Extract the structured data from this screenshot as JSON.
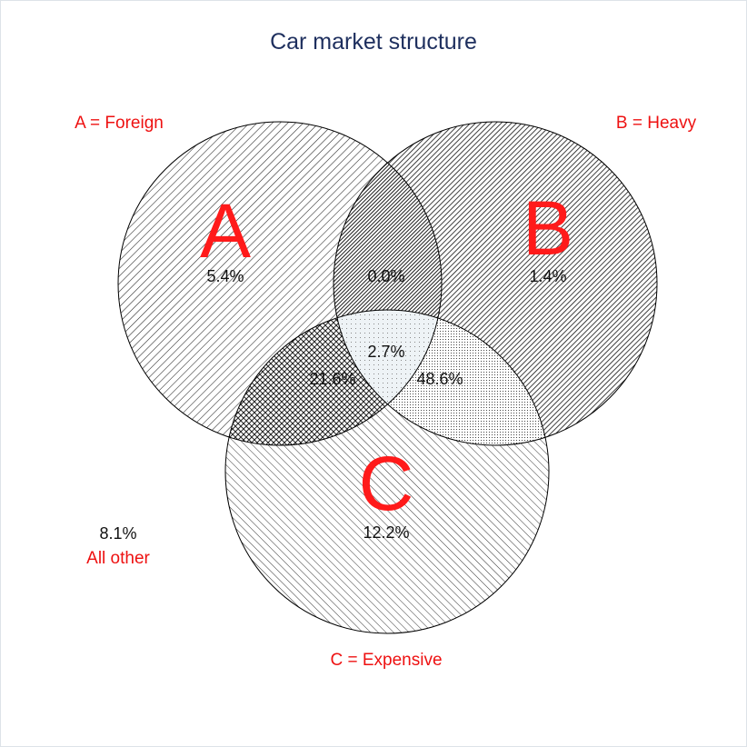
{
  "chart_data": {
    "type": "venn",
    "title": "Car market structure",
    "sets": [
      {
        "id": "A",
        "letter": "A",
        "label": "A = Foreign"
      },
      {
        "id": "B",
        "letter": "B",
        "label": "B = Heavy"
      },
      {
        "id": "C",
        "letter": "C",
        "label": "C = Expensive"
      }
    ],
    "regions": [
      {
        "sets": [
          "A"
        ],
        "value": 5.4,
        "label": "5.4%"
      },
      {
        "sets": [
          "B"
        ],
        "value": 1.4,
        "label": "1.4%"
      },
      {
        "sets": [
          "C"
        ],
        "value": 12.2,
        "label": "12.2%"
      },
      {
        "sets": [
          "A",
          "B"
        ],
        "value": 0.0,
        "label": "0.0%"
      },
      {
        "sets": [
          "A",
          "C"
        ],
        "value": 21.6,
        "label": "21.6%"
      },
      {
        "sets": [
          "B",
          "C"
        ],
        "value": 48.6,
        "label": "48.6%"
      },
      {
        "sets": [
          "A",
          "B",
          "C"
        ],
        "value": 2.7,
        "label": "2.7%"
      }
    ],
    "outside": {
      "value": 8.1,
      "label": "8.1%",
      "text": "All other"
    }
  }
}
